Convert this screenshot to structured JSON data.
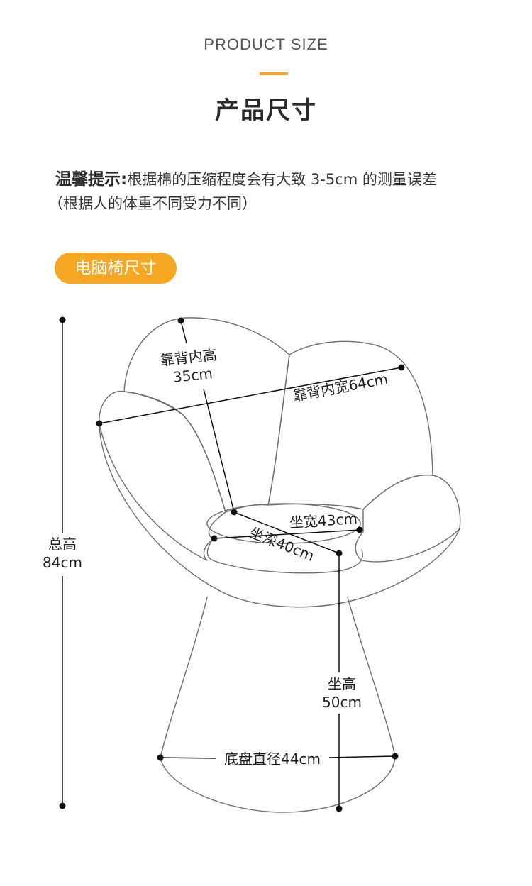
{
  "header": {
    "title_en": "PRODUCT SIZE",
    "title_cn": "产品尺寸"
  },
  "notice": {
    "label": "温馨提示:",
    "text": "根据棉的压缩程度会有大致 3-5cm 的测量误差",
    "text2": "（根据人的体重不同受力不同）"
  },
  "section": {
    "pill_label": "电脑椅尺寸"
  },
  "colors": {
    "accent": "#f5a623",
    "outline": "#6e6e6e",
    "dimension": "#111111"
  },
  "dimensions": {
    "total_height": {
      "label": "总高",
      "value": "84cm"
    },
    "back_inner_height": {
      "label": "靠背内高",
      "value": "35cm"
    },
    "back_inner_width": {
      "label": "靠背内宽64cm"
    },
    "seat_width": {
      "label": "坐宽43cm"
    },
    "seat_depth": {
      "label": "坐深40cm"
    },
    "seat_height": {
      "label": "坐高",
      "value": "50cm"
    },
    "base_diameter": {
      "label": "底盘直径44cm"
    }
  }
}
